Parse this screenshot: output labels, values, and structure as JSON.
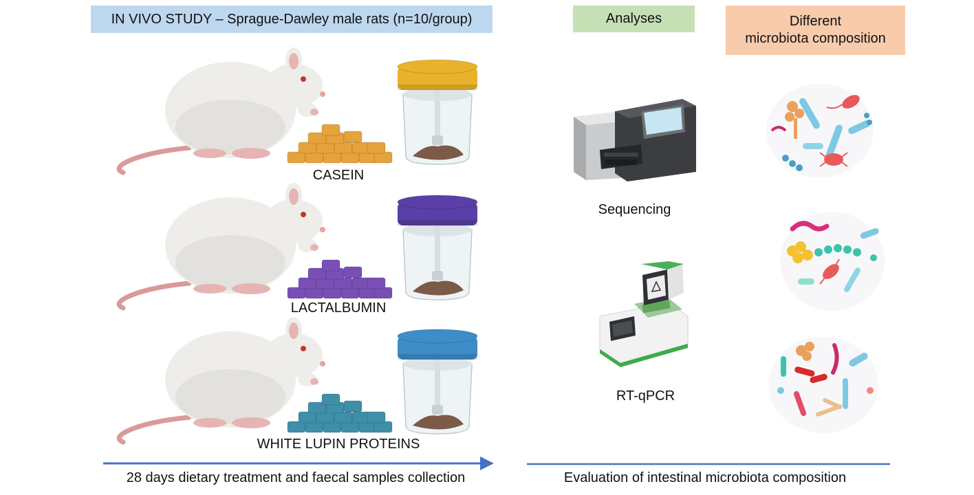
{
  "header": {
    "study_title": "IN VIVO STUDY – Sprague-Dawley male rats (n=10/group)",
    "analyses_title": "Analyses",
    "composition_title_line1": "Different",
    "composition_title_line2": "microbiota  composition"
  },
  "groups": [
    {
      "diet": "CASEIN",
      "pellet_color": "#E6A33C",
      "lid_color": "#E8B32A"
    },
    {
      "diet": "LACTALBUMIN",
      "pellet_color": "#7A4FB5",
      "lid_color": "#5A3FA8"
    },
    {
      "diet": "WHITE LUPIN  PROTEINS",
      "pellet_color": "#3F8FA8",
      "lid_color": "#3C8DC8"
    }
  ],
  "analyses": [
    {
      "name": "Sequencing"
    },
    {
      "name": "RT-qPCR"
    }
  ],
  "footer": {
    "left_caption": "28 days dietary treatment and faecal samples collection",
    "right_caption": "Evaluation of intestinal microbiota composition"
  },
  "colors": {
    "study_box": "#BDD7EE",
    "analyses_box": "#C5E0B4",
    "composition_box": "#F8CBAD",
    "arrow": "#4472C4"
  }
}
